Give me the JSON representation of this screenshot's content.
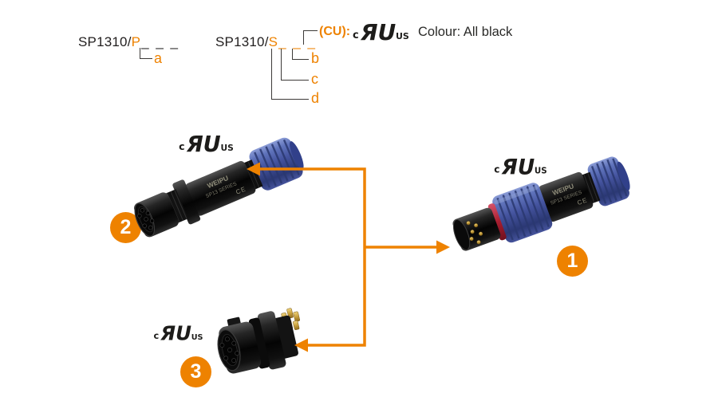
{
  "palette": {
    "accent": "#ee8200",
    "text": "#232020",
    "connector_blue": "#44539e",
    "connector_black": "#111111",
    "pin_gold": "#c9a23f",
    "seal_red": "#a81e30"
  },
  "ordering_codes": {
    "plug": {
      "prefix": "SP1310/",
      "code": "P",
      "blanks": "_ _ _",
      "option_label": "a"
    },
    "socket": {
      "prefix": "SP1310/",
      "code": "S",
      "blanks": "_ _ _",
      "cu_prefix": "(CU):",
      "options": [
        {
          "label": "b"
        },
        {
          "label": "c"
        },
        {
          "label": "d"
        }
      ]
    }
  },
  "notes": {
    "colour": "Colour: All black"
  },
  "ul_mark": {
    "c": "c",
    "monogram": "ЯU",
    "us": "US"
  },
  "connectors": {
    "plug": {
      "badge": "1",
      "brand": "WEIPU",
      "series": "SP13 SERIES",
      "ce": "CE"
    },
    "inline_socket": {
      "badge": "2",
      "brand": "WEIPU",
      "series": "SP13 SERIES",
      "ce": "CE"
    },
    "panel_socket": {
      "badge": "3"
    }
  }
}
